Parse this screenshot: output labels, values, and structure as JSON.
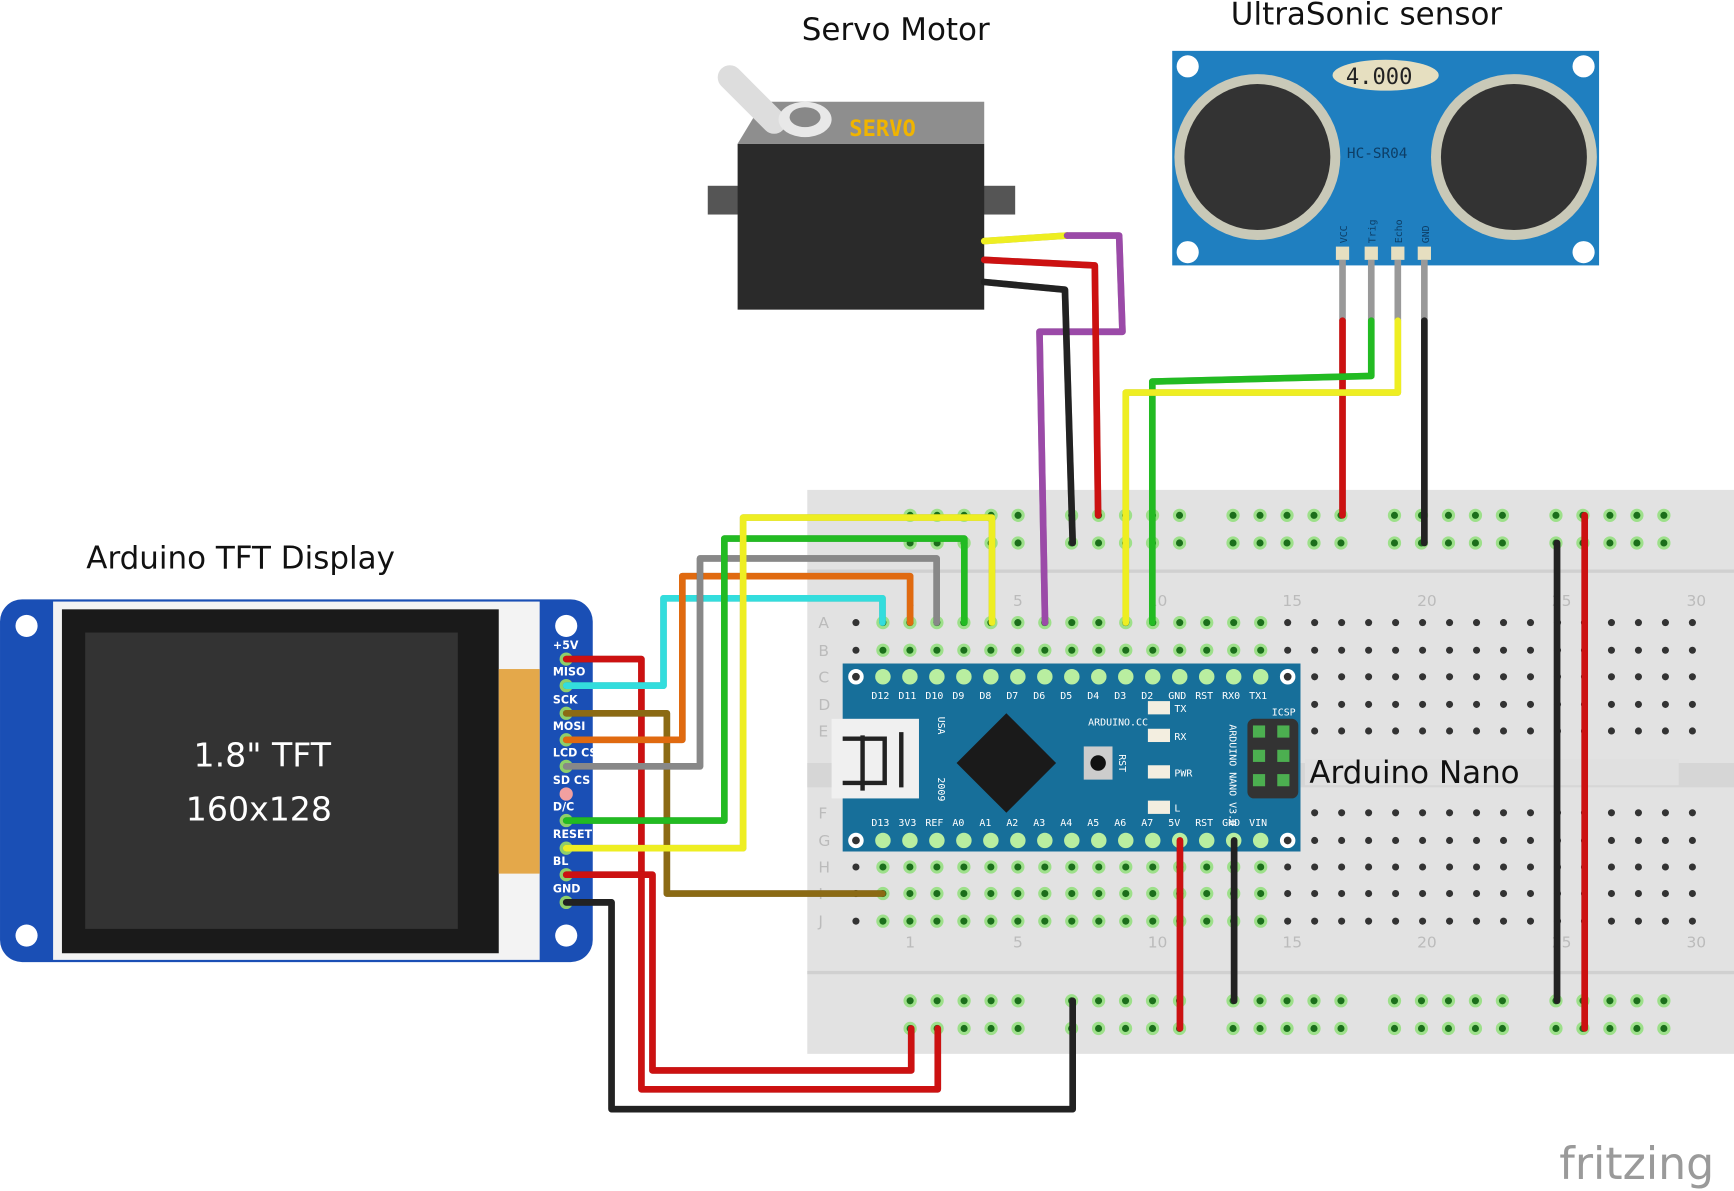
{
  "labels": {
    "servo": "Servo Motor",
    "ultrasonic": "UltraSonic sensor",
    "tft": "Arduino TFT Display",
    "nano": "Arduino Nano"
  },
  "servo": {
    "brand": "SERVO"
  },
  "ultrasonic": {
    "display": "4.000",
    "model": "HC-SR04",
    "pins": [
      "VCC",
      "Trig",
      "Echo",
      "GND"
    ]
  },
  "tft": {
    "screen_line1": "1.8\" TFT",
    "screen_line2": "160x128",
    "pins": [
      "+5V",
      "MISO",
      "SCK",
      "MOSI",
      "LCD CS",
      "SD CS",
      "D/C",
      "RESET",
      "BL",
      "GND"
    ]
  },
  "nano": {
    "top_pins": [
      "D12",
      "D11",
      "D10",
      "D9",
      "D8",
      "D7",
      "D6",
      "D5",
      "D4",
      "D3",
      "D2",
      "GND",
      "RST",
      "RX0",
      "TX1"
    ],
    "bottom_pins": [
      "D13",
      "3V3",
      "REF",
      "A0",
      "A1",
      "A2",
      "A3",
      "A4",
      "A5",
      "A6",
      "A7",
      "5V",
      "RST",
      "GND",
      "VIN"
    ],
    "brand": "ARDUINO.CC",
    "model": "ARDUINO NANO V3.0",
    "usa": "USA",
    "year": "2009",
    "rst": "RST",
    "icsp": "ICSP",
    "leds": [
      "TX",
      "RX",
      "PWR",
      "L"
    ]
  },
  "breadboard": {
    "rows_top": [
      "A",
      "B",
      "C",
      "D",
      "E"
    ],
    "rows_bottom": [
      "F",
      "G",
      "H",
      "I",
      "J"
    ],
    "col_numbers": [
      "1",
      "5",
      "10",
      "15",
      "20",
      "25",
      "30"
    ]
  },
  "watermark": "fritzing",
  "colors": {
    "board_blue": "#1f7fc0",
    "nano_blue": "#176f9a",
    "tft_blue": "#1a4fb5",
    "red": "#cc1111",
    "black": "#222222",
    "green": "#22bb22",
    "yellow": "#eeee22",
    "cyan": "#33dddd",
    "orange": "#e06a10",
    "gray": "#888888",
    "brown": "#8b6a14",
    "purple": "#9b4aa8"
  }
}
